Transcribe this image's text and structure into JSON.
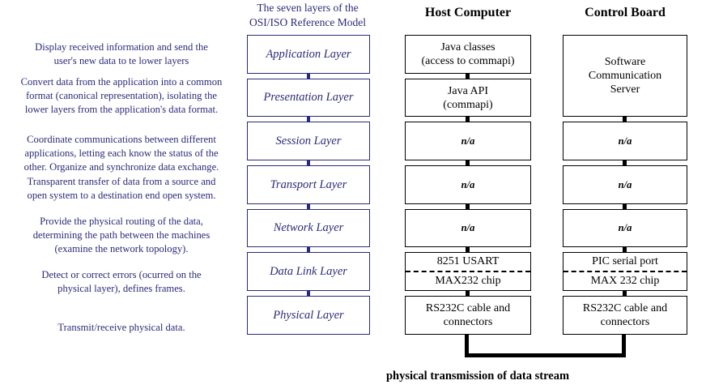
{
  "osi": {
    "heading_line1": "The seven layers of the",
    "heading_line2": "OSI/ISO Reference Model",
    "layers": [
      "Application Layer",
      "Presentation Layer",
      "Session Layer",
      "Transport Layer",
      "Network Layer",
      "Data Link Layer",
      "Physical Layer"
    ]
  },
  "descriptions": [
    {
      "lines": [
        "Display received information and send the",
        "user's new data to te lower layers"
      ]
    },
    {
      "lines": [
        "Convert data from the application into a common",
        "format (canonical representation), isolating the",
        "lower layers from the application's data format."
      ]
    },
    {
      "lines": [
        "Coordinate communications between different",
        "applications, letting each know the status of the",
        "other. Organize and synchronize data exchange."
      ]
    },
    {
      "lines": [
        "Transparent transfer of data from a source and",
        "open system to a destination end open system."
      ]
    },
    {
      "lines": [
        "Provide the physical routing of the data,",
        "determining the path between the machines",
        "(examine the network topology)."
      ]
    },
    {
      "lines": [
        "Detect or correct errors (ocurred on the",
        "physical layer), defines frames."
      ]
    },
    {
      "lines": [
        "Transmit/receive physical data."
      ]
    }
  ],
  "host": {
    "title": "Host Computer",
    "rows": [
      {
        "lines": [
          "Java classes",
          "(access to commapi)"
        ]
      },
      {
        "lines": [
          "Java API",
          "(commapi)"
        ]
      },
      {
        "lines": [
          "n/a"
        ]
      },
      {
        "lines": [
          "n/a"
        ]
      },
      {
        "lines": [
          "n/a"
        ]
      },
      {
        "split": true,
        "top": "8251 USART",
        "bottom": "MAX232 chip"
      },
      {
        "lines": [
          "RS232C cable and",
          "connectors"
        ]
      }
    ]
  },
  "board": {
    "title": "Control Board",
    "rows": [
      {
        "lines": [
          "Software",
          "Communication",
          "Server"
        ],
        "span": 2
      },
      {
        "lines": [
          "n/a"
        ]
      },
      {
        "lines": [
          "n/a"
        ]
      },
      {
        "lines": [
          "n/a"
        ]
      },
      {
        "split": true,
        "top": "PIC serial port",
        "bottom": "MAX 232 chip"
      },
      {
        "lines": [
          "RS232C cable and",
          "connectors"
        ]
      }
    ]
  },
  "bottom": {
    "caption": "physical transmission of data stream"
  },
  "colors": {
    "osi_blue": "#2a2a7a",
    "black": "#000000",
    "background": "#ffffff"
  }
}
